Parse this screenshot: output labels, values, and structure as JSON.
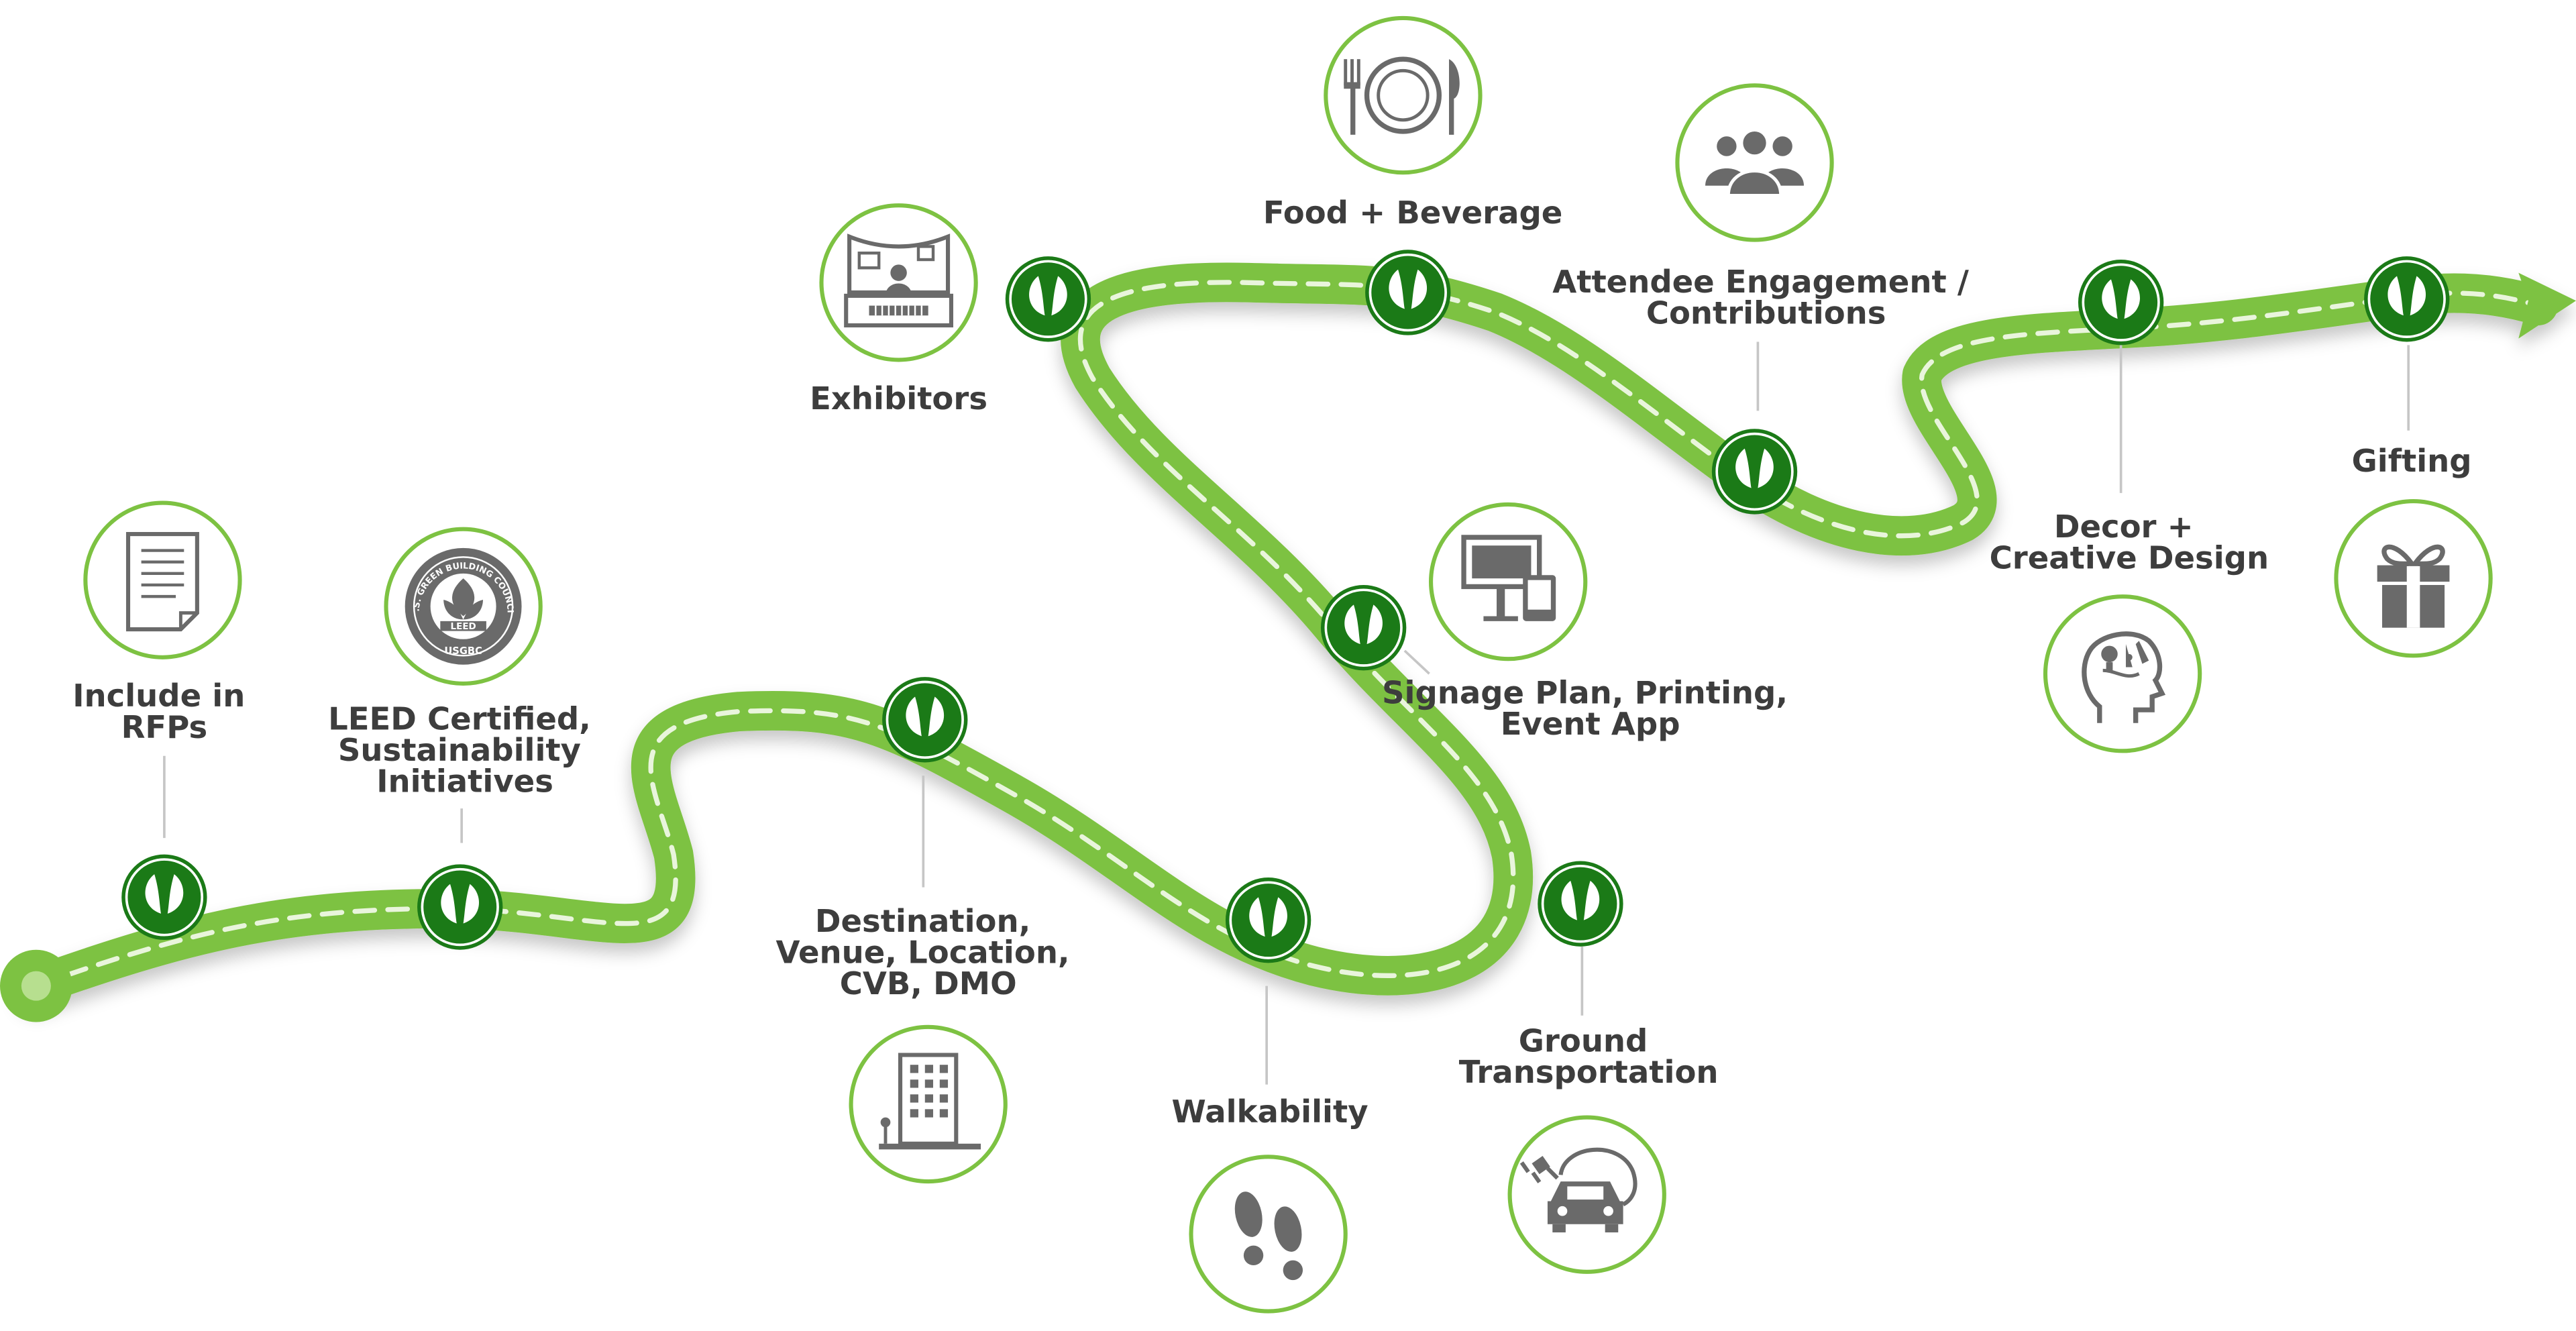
{
  "colors": {
    "road": "#7dc242",
    "road_edge": "#6ab233",
    "dash": "#e9f5dc",
    "marker": "#1b7a17",
    "marker_ring": "#ffffff",
    "circle_stroke": "#7dc242",
    "icon": "#6a6a6a",
    "label": "#3d3d3d",
    "connector": "#c6c6c6"
  },
  "start_marker": {
    "label": ""
  },
  "stops": [
    {
      "id": "rfp",
      "icon": "document-icon",
      "label_lines": [
        "Include in",
        "RFPs"
      ]
    },
    {
      "id": "leed",
      "icon": "leed-usgbc-logo",
      "label_lines": [
        "LEED Certified,",
        "Sustainability",
        "Initiatives"
      ],
      "logo_text": {
        "ring": "U.S. GREEN BUILDING COUNCIL",
        "mid": "LEED",
        "bottom": "USGBC"
      }
    },
    {
      "id": "destination",
      "icon": "building-icon",
      "label_lines": [
        "Destination,",
        "Venue, Location,",
        "CVB, DMO"
      ]
    },
    {
      "id": "walkability",
      "icon": "footprints-icon",
      "label_lines": [
        "Walkability"
      ]
    },
    {
      "id": "ground",
      "icon": "electric-car-icon",
      "label_lines": [
        "Ground",
        "Transportation"
      ]
    },
    {
      "id": "signage",
      "icon": "signage-icon",
      "label_lines": [
        "Signage Plan, Printing,",
        "Event App"
      ]
    },
    {
      "id": "exhibitors",
      "icon": "exhibitor-booth-icon",
      "label_lines": [
        "Exhibitors"
      ]
    },
    {
      "id": "food",
      "icon": "plate-cutlery-icon",
      "label_lines": [
        "Food + Beverage"
      ]
    },
    {
      "id": "attendee",
      "icon": "people-group-icon",
      "label_lines": [
        "Attendee Engagement /",
        "Contributions"
      ]
    },
    {
      "id": "decor",
      "icon": "creative-head-icon",
      "label_lines": [
        "Decor +",
        "Creative Design"
      ]
    },
    {
      "id": "gifting",
      "icon": "gift-icon",
      "label_lines": [
        "Gifting"
      ]
    }
  ]
}
